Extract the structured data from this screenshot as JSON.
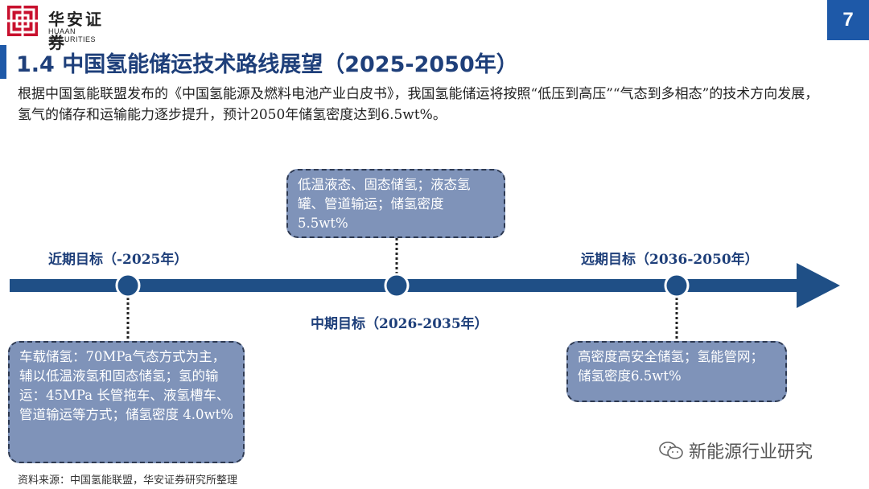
{
  "header": {
    "logo_cn": "华安证券",
    "logo_en": "HUAAN SECURITIES",
    "page_number": "7"
  },
  "title": "1.4 中国氢能储运技术路线展望（2025-2050年）",
  "intro": "根据中国氢能联盟发布的《中国氢能源及燃料电池产业白皮书》，我国氢能储运将按照“低压到高压”“气态到多相态”的技术方向发展，氢气的储存和运输能力逐步提升，预计2050年储氢密度达到6.5wt%。",
  "timeline": {
    "near": {
      "label": "近期目标（-2025年）",
      "desc": "车载储氢：70MPa气态方式为主，辅以低温液氢和固态储氢；氢的输运：45MPa 长管拖车、液氢槽车、管道输运等方式；储氢密度 4.0wt%"
    },
    "mid": {
      "label": "中期目标（2026-2035年）",
      "desc": "低温液态、固态储氢；液态氢罐、管道输运；储氢密度5.5wt%"
    },
    "far": {
      "label": "远期目标（2036-2050年）",
      "desc": "高密度高安全储氢；氢能管网；储氢密度6.5wt%"
    }
  },
  "source": "资料来源：中国氢能联盟，华安证券研究所整理",
  "watermark": "新能源行业研究",
  "colors": {
    "accent": "#1e59a8",
    "box": "#7f93b9",
    "arrow": "#1f4f86"
  }
}
